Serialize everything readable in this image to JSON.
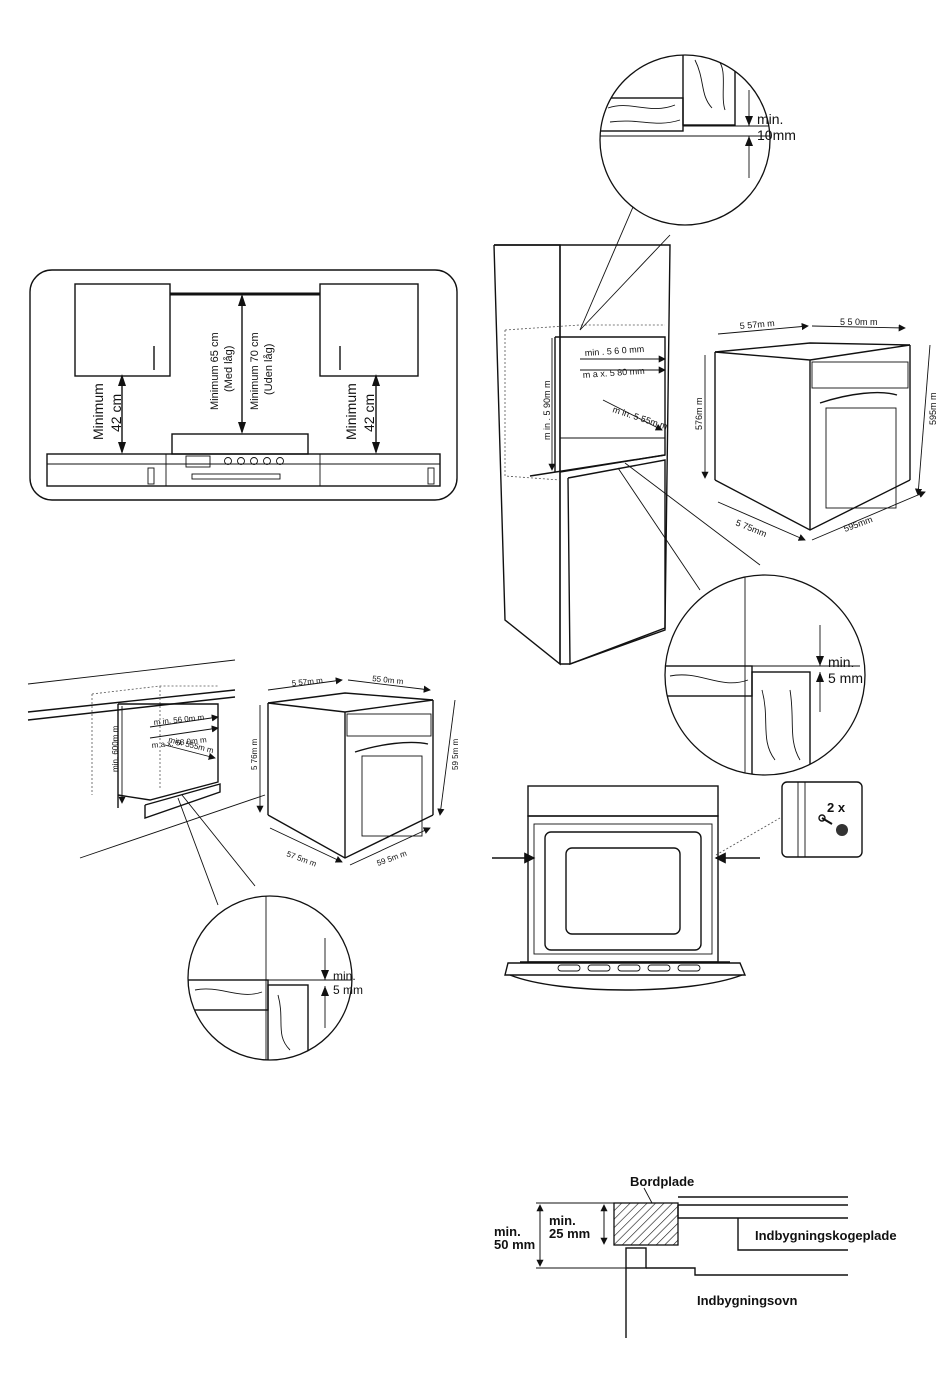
{
  "clearance": {
    "left_min_label": "Minimum",
    "left_val": "42 cm",
    "right_min_label": "Minimum",
    "right_val": "42 cm",
    "hood_line1": "Minimum 65 cm",
    "hood_line2": "(Med låg)",
    "hood_line3": "Minimum 70 cm",
    "hood_line4": "(Uden låg)"
  },
  "tall_cabinet": {
    "zoom_top_min": "min.",
    "zoom_top_val": "10mm",
    "niche_width_min": "min . 5 6 0 mm",
    "niche_width_max": "m a x. 5 80 mm",
    "niche_height": "m in . 5 90m m",
    "niche_depth": "m in. 5 55m m",
    "zoom_bottom_min": "min.",
    "zoom_bottom_val": "5  mm"
  },
  "oven_dims_right": {
    "width_top": "5 57m m",
    "depth_top": "5 5 0m m",
    "height_left": "576m m",
    "height_right": "595m m",
    "depth_bottom": "5 75mm",
    "width_bottom": "595mm"
  },
  "undercounter": {
    "niche_width_min": "m in. 56 0m m",
    "niche_width_max": "m a x. 58 0m m",
    "niche_height": "min. 600m m",
    "niche_depth": "min. 555m m",
    "zoom_min": "min.",
    "zoom_val": "5  mm"
  },
  "oven_dims_left": {
    "width_top": "5 57m m",
    "depth_top": "55 0m m",
    "height_left": "5 76m m",
    "height_right": "59 5m m",
    "depth_bottom": "57 5m m",
    "width_bottom": "59 5m m"
  },
  "fixing": {
    "screw_count": "2 x"
  },
  "section": {
    "worktop": "Bordplade",
    "hob": "Indbygningskogeplade",
    "oven": "Indbygningsovn",
    "min50_a": "min.",
    "min50_b": "50 mm",
    "min25_a": "min.",
    "min25_b": "25 mm"
  }
}
